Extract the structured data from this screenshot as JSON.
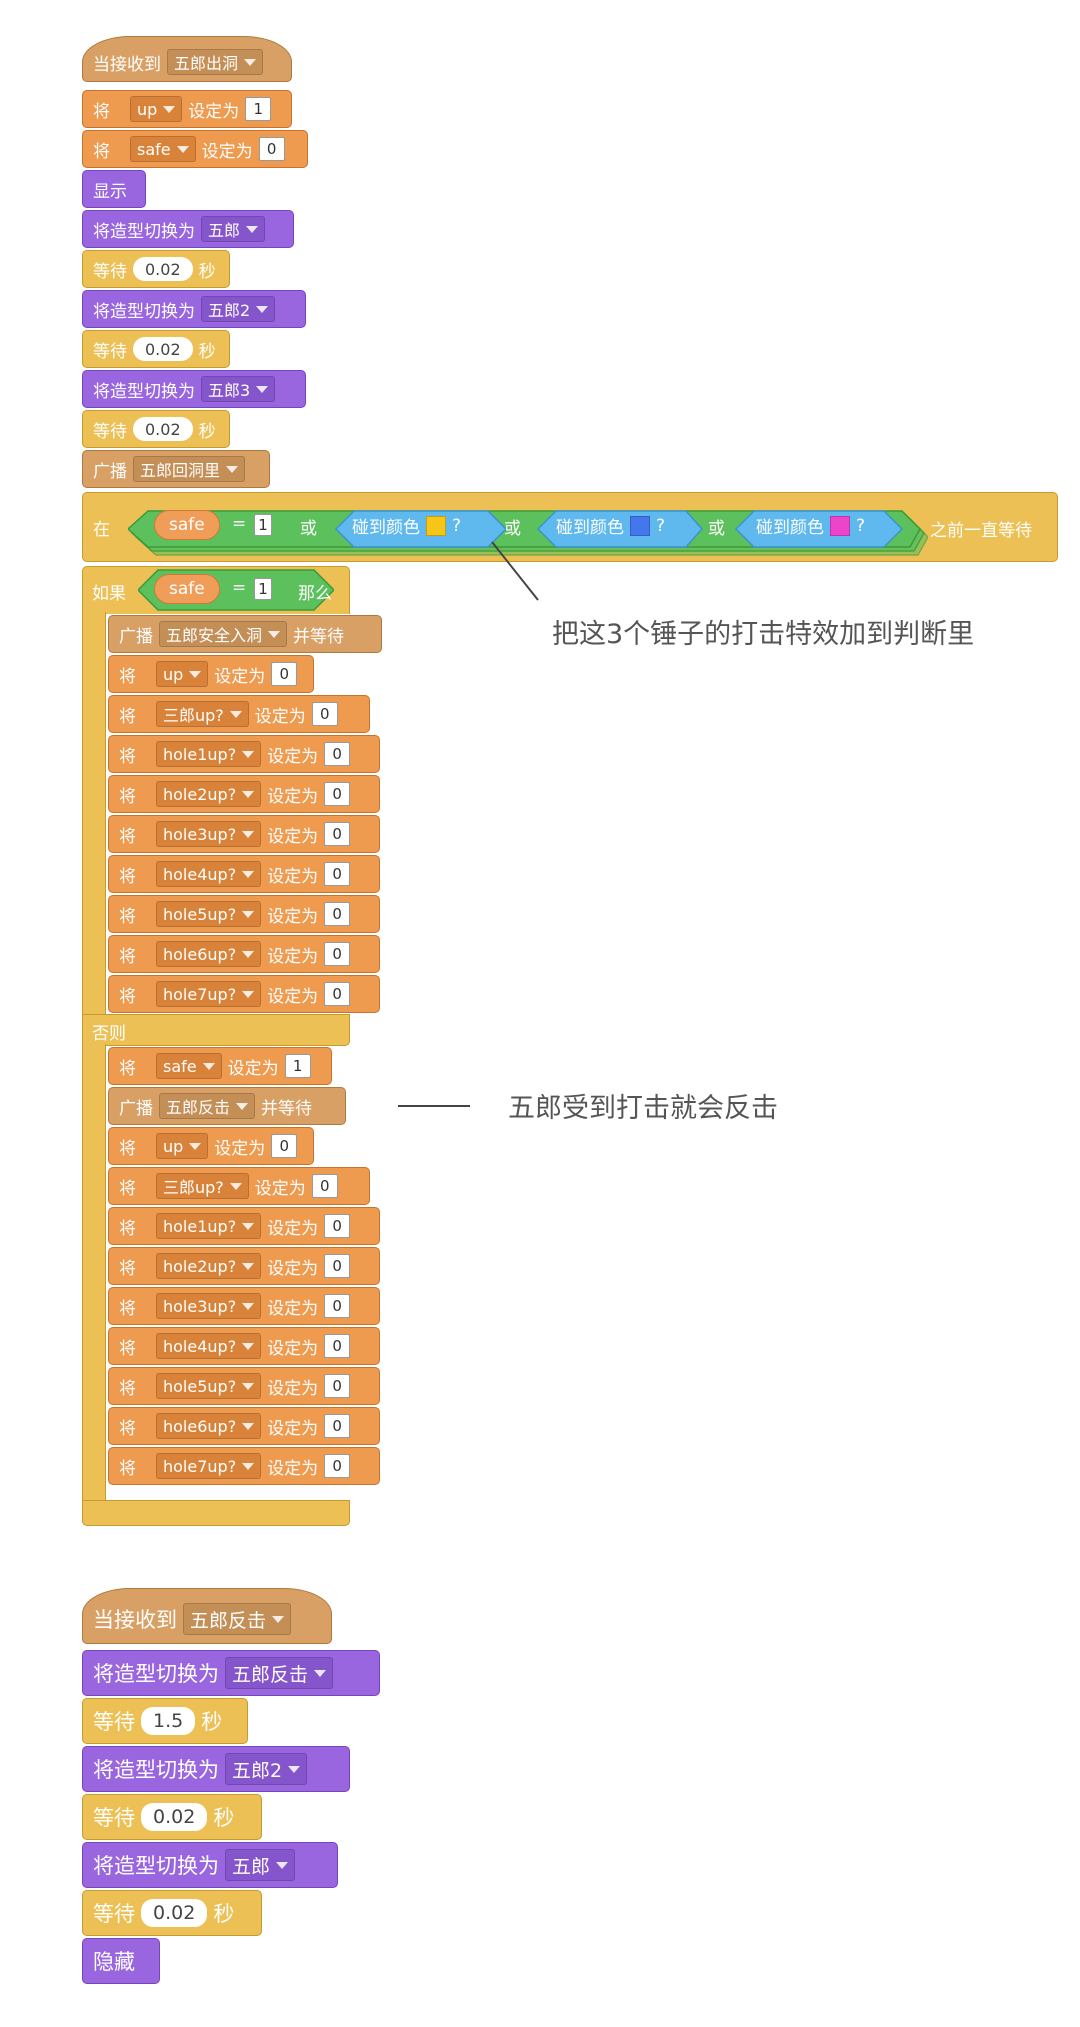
{
  "script1": {
    "hat": {
      "label": "当接收到",
      "message": "五郎出洞"
    },
    "set_up": {
      "prefix": "将",
      "var": "up",
      "mid": "设定为",
      "value": "1"
    },
    "set_safe": {
      "prefix": "将",
      "var": "safe",
      "mid": "设定为",
      "value": "0"
    },
    "show": "显示",
    "costume1": {
      "label": "将造型切换为",
      "costume": "五郎"
    },
    "wait1": {
      "label": "等待",
      "value": "0.02",
      "unit": "秒"
    },
    "costume2": {
      "label": "将造型切换为",
      "costume": "五郎2"
    },
    "wait2": {
      "label": "等待",
      "value": "0.02",
      "unit": "秒"
    },
    "costume3": {
      "label": "将造型切换为",
      "costume": "五郎3"
    },
    "wait3": {
      "label": "等待",
      "value": "0.02",
      "unit": "秒"
    },
    "broadcast": {
      "label": "广播",
      "message": "五郎回洞里"
    },
    "wait_until": {
      "prefix": "在",
      "var": "safe",
      "eq": "=",
      "value": "1",
      "or": "或",
      "touch_label": "碰到颜色",
      "q": "?",
      "suffix": "之前一直等待",
      "colors": [
        "#f5c518",
        "#4477ee",
        "#ee44cc"
      ]
    },
    "if_block": {
      "if_label": "如果",
      "var": "safe",
      "eq": "=",
      "value": "1",
      "then": "那么",
      "else_label": "否则",
      "then_broadcast": {
        "label": "广播",
        "message": "五郎安全入洞",
        "suffix": "并等待"
      },
      "then_sets": [
        {
          "prefix": "将",
          "var": "up",
          "mid": "设定为",
          "value": "0"
        },
        {
          "prefix": "将",
          "var": "三郎up?",
          "mid": "设定为",
          "value": "0"
        },
        {
          "prefix": "将",
          "var": "hole1up?",
          "mid": "设定为",
          "value": "0"
        },
        {
          "prefix": "将",
          "var": "hole2up?",
          "mid": "设定为",
          "value": "0"
        },
        {
          "prefix": "将",
          "var": "hole3up?",
          "mid": "设定为",
          "value": "0"
        },
        {
          "prefix": "将",
          "var": "hole4up?",
          "mid": "设定为",
          "value": "0"
        },
        {
          "prefix": "将",
          "var": "hole5up?",
          "mid": "设定为",
          "value": "0"
        },
        {
          "prefix": "将",
          "var": "hole6up?",
          "mid": "设定为",
          "value": "0"
        },
        {
          "prefix": "将",
          "var": "hole7up?",
          "mid": "设定为",
          "value": "0"
        }
      ],
      "else_set_safe": {
        "prefix": "将",
        "var": "safe",
        "mid": "设定为",
        "value": "1"
      },
      "else_broadcast": {
        "label": "广播",
        "message": "五郎反击",
        "suffix": "并等待"
      },
      "else_sets": [
        {
          "prefix": "将",
          "var": "up",
          "mid": "设定为",
          "value": "0"
        },
        {
          "prefix": "将",
          "var": "三郎up?",
          "mid": "设定为",
          "value": "0"
        },
        {
          "prefix": "将",
          "var": "hole1up?",
          "mid": "设定为",
          "value": "0"
        },
        {
          "prefix": "将",
          "var": "hole2up?",
          "mid": "设定为",
          "value": "0"
        },
        {
          "prefix": "将",
          "var": "hole3up?",
          "mid": "设定为",
          "value": "0"
        },
        {
          "prefix": "将",
          "var": "hole4up?",
          "mid": "设定为",
          "value": "0"
        },
        {
          "prefix": "将",
          "var": "hole5up?",
          "mid": "设定为",
          "value": "0"
        },
        {
          "prefix": "将",
          "var": "hole6up?",
          "mid": "设定为",
          "value": "0"
        },
        {
          "prefix": "将",
          "var": "hole7up?",
          "mid": "设定为",
          "value": "0"
        }
      ]
    }
  },
  "annotations": {
    "note1": "把这3个锤子的打击特效加到判断里",
    "note2": "五郎受到打击就会反击"
  },
  "script2": {
    "hat": {
      "label": "当接收到",
      "message": "五郎反击"
    },
    "costume1": {
      "label": "将造型切换为",
      "costume": "五郎反击"
    },
    "wait1": {
      "label": "等待",
      "value": "1.5",
      "unit": "秒"
    },
    "costume2": {
      "label": "将造型切换为",
      "costume": "五郎2"
    },
    "wait2": {
      "label": "等待",
      "value": "0.02",
      "unit": "秒"
    },
    "costume3": {
      "label": "将造型切换为",
      "costume": "五郎"
    },
    "wait3": {
      "label": "等待",
      "value": "0.02",
      "unit": "秒"
    },
    "hide": "隐藏"
  }
}
